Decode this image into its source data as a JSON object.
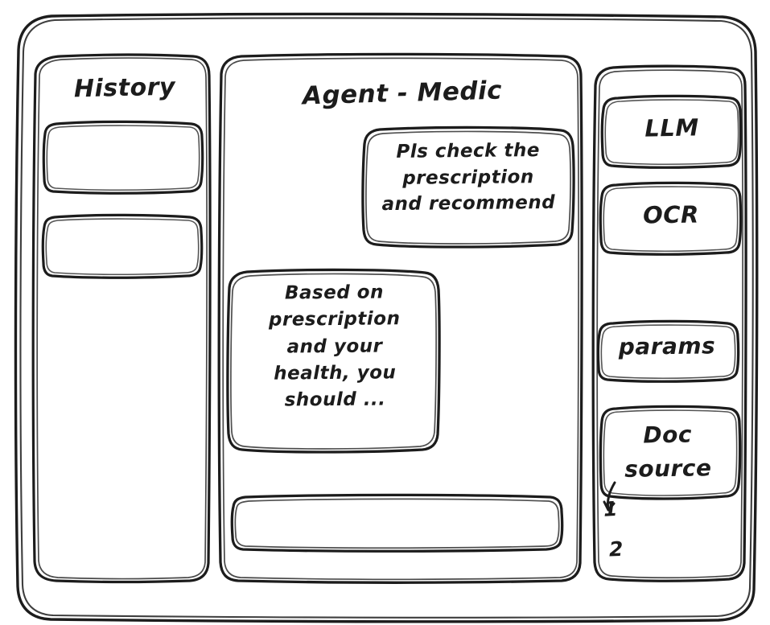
{
  "meta": {
    "kind": "hand-drawn-wireframe",
    "ink_color": "#1c1c1c",
    "paper_color": "#ffffff"
  },
  "window": {
    "frame_name": "app-window-frame"
  },
  "sidebar_left": {
    "title": "History",
    "items": [
      {
        "label": "",
        "name": "history-item-1"
      },
      {
        "label": "",
        "name": "history-item-2"
      }
    ]
  },
  "main": {
    "title": "Agent - Medic",
    "messages": [
      {
        "role": "user",
        "text": "Pls check the\nprescription\nand recommend"
      },
      {
        "role": "assistant",
        "text": "Based on\nprescription\nand your\nhealth, you\nshould ..."
      }
    ],
    "composer": {
      "value": "",
      "placeholder": ""
    }
  },
  "sidebar_right": {
    "tools": [
      {
        "label": "LLM",
        "name": "tool-llm"
      },
      {
        "label": "OCR",
        "name": "tool-ocr"
      },
      {
        "label": "params",
        "name": "tool-params"
      },
      {
        "label": "Doc\nsource",
        "name": "tool-doc-source"
      }
    ],
    "doc_list": [
      {
        "label": "1"
      },
      {
        "label": "2"
      }
    ]
  }
}
